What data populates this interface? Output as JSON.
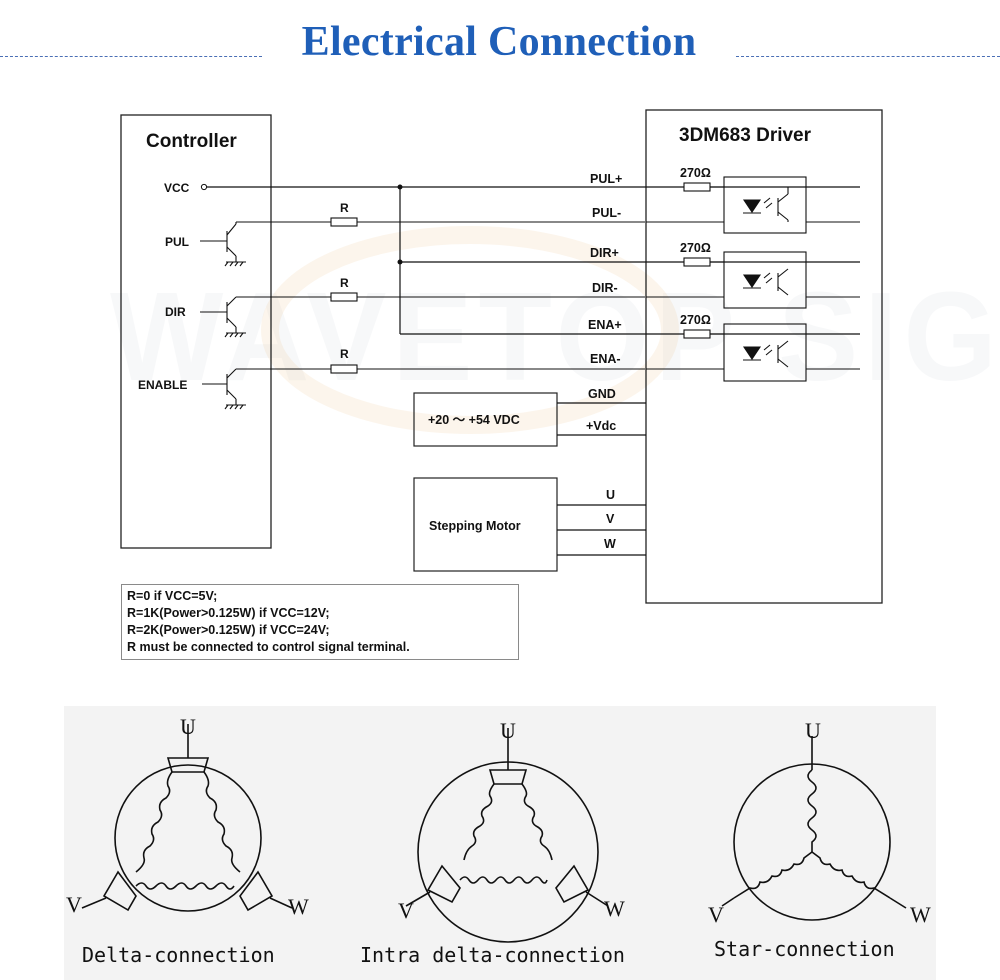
{
  "page_title": "Electrical Connection",
  "watermark": "WAVETOP SIGN",
  "controller": {
    "title": "Controller",
    "vcc_label": "VCC",
    "pul_label": "PUL",
    "dir_label": "DIR",
    "enable_label": "ENABLE"
  },
  "driver": {
    "title": "3DM683 Driver",
    "terminals": {
      "pul_plus": "PUL+",
      "pul_minus": "PUL-",
      "dir_plus": "DIR+",
      "dir_minus": "DIR-",
      "ena_plus": "ENA+",
      "ena_minus": "ENA-",
      "gnd": "GND",
      "vdc": "+Vdc",
      "u": "U",
      "v": "V",
      "w": "W"
    },
    "resistor_value": "270Ω"
  },
  "resistor_label": "R",
  "power_supply": {
    "label": "+20 ～ +54 VDC"
  },
  "motor": {
    "label": "Stepping Motor"
  },
  "notes": [
    "R=0 if VCC=5V;",
    "R=1K(Power>0.125W) if VCC=12V;",
    "R=2K(Power>0.125W) if VCC=24V;",
    "R must be connected to control signal terminal."
  ],
  "windings": [
    {
      "caption": "Delta-connection",
      "u": "U",
      "v": "V",
      "w": "W"
    },
    {
      "caption": "Intra delta-connection",
      "u": "U",
      "v": "V",
      "w": "W"
    },
    {
      "caption": "Star-connection",
      "u": "U",
      "v": "V",
      "w": "W"
    }
  ]
}
